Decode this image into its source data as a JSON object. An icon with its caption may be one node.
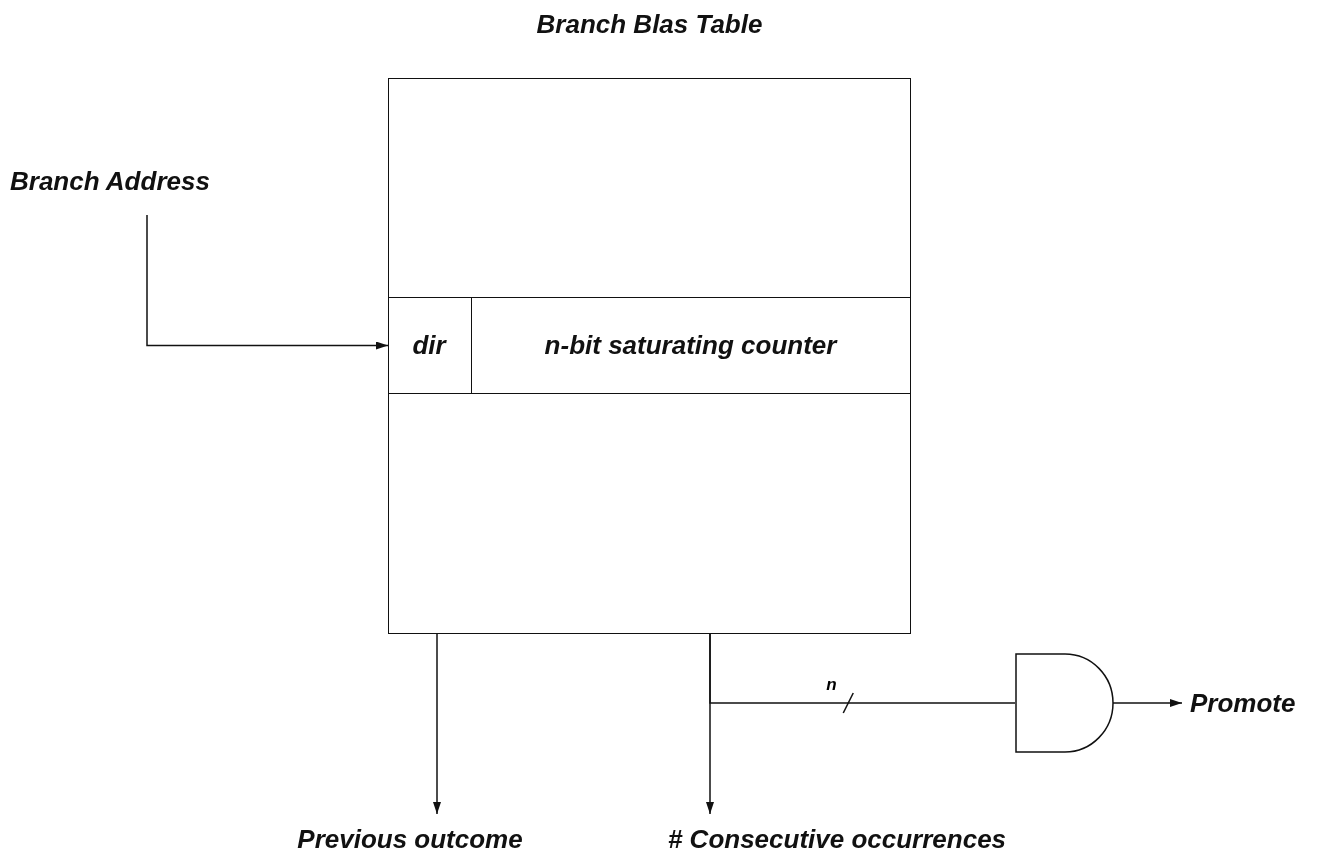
{
  "diagram": {
    "nodes": [
      {
        "text": [
          "Branch Blas Table"
        ]
      },
      {
        "text": [
          "Branch Address"
        ]
      },
      {
        "text": [
          "dir"
        ],
        "in": 0
      },
      {
        "text": [
          "n-bit saturating counter"
        ],
        "in": 0
      },
      {
        "text": [
          "Previous outcome"
        ]
      },
      {
        "text": [
          "# Consecutive occurrences"
        ]
      },
      {
        "text": [],
        "shape": "gate"
      },
      {
        "text": [
          "Promote"
        ]
      }
    ],
    "edges": [
      {
        "from": 1,
        "to": 2,
        "arrow": "to"
      },
      {
        "from": 0,
        "to": 4,
        "arrow": "to"
      },
      {
        "from": 0,
        "to": 5,
        "arrow": "to"
      },
      {
        "from": 0,
        "to": 6,
        "arrow": "none",
        "label": "n"
      },
      {
        "from": 6,
        "to": 7,
        "arrow": "to"
      }
    ]
  }
}
